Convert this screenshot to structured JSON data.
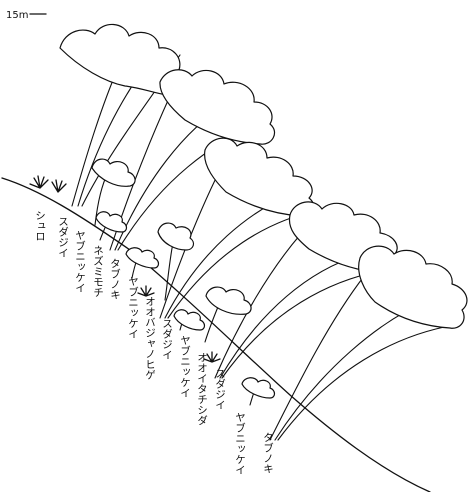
{
  "scale_bar": {
    "label": "15m"
  },
  "species_labels": [
    "シュロ",
    "スダジイ",
    "ヤブニッケイ",
    "ネズミモチ",
    "タブノキ",
    "ヤブニッケイ",
    "オオバジャノヒゲ",
    "スダジイ",
    "ヤブニッケイ",
    "オオイタチシダ",
    "スダジイ",
    "ヤブニッケイ",
    "タブノキ"
  ]
}
